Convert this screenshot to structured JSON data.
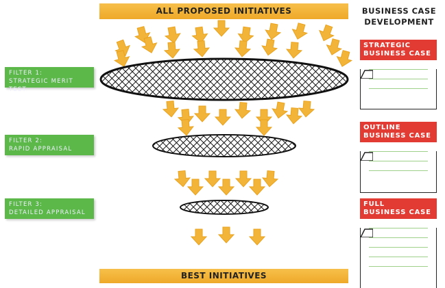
{
  "header": {
    "top_banner": "ALL PROPOSED INITIATIVES",
    "bottom_banner": "BEST INITIATIVES",
    "business_case_title_1": "BUSINESS CASE",
    "business_case_title_2": "DEVELOPMENT"
  },
  "filters": [
    {
      "line1": "FILTER 1:",
      "line2": "STRATEGIC MERIT TEST"
    },
    {
      "line1": "FILTER 2:",
      "line2": "RAPID APPRAISAL"
    },
    {
      "line1": "FILTER 3:",
      "line2": "DETAILED APPRAISAL"
    }
  ],
  "cards": [
    {
      "line1": "STRATEGIC",
      "line2": "BUSINESS CASE"
    },
    {
      "line1": "OUTLINE",
      "line2": "BUSINESS CASE"
    },
    {
      "line1": "FULL",
      "line2": "BUSINESS CASE"
    }
  ],
  "colors": {
    "arrow": "#f2b53a",
    "filter": "#5cb848",
    "card": "#e23b33",
    "banner": "#f2b53a"
  }
}
